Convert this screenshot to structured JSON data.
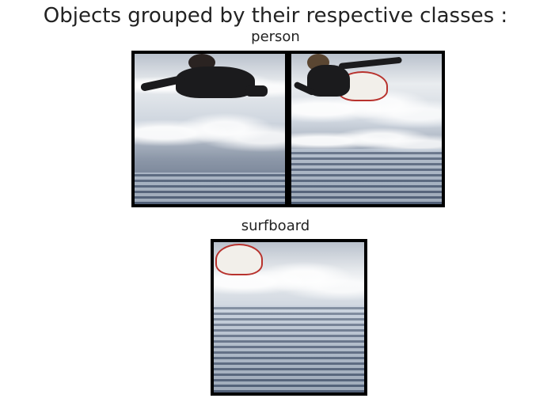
{
  "figure": {
    "title": "Objects grouped by their respective classes :"
  },
  "groups": [
    {
      "label": "person",
      "crops": [
        {
          "icon": "surfer-wading-photo"
        },
        {
          "icon": "surfer-on-board-photo"
        }
      ]
    },
    {
      "label": "surfboard",
      "crops": [
        {
          "icon": "surfboard-in-wave-photo"
        }
      ]
    }
  ]
}
